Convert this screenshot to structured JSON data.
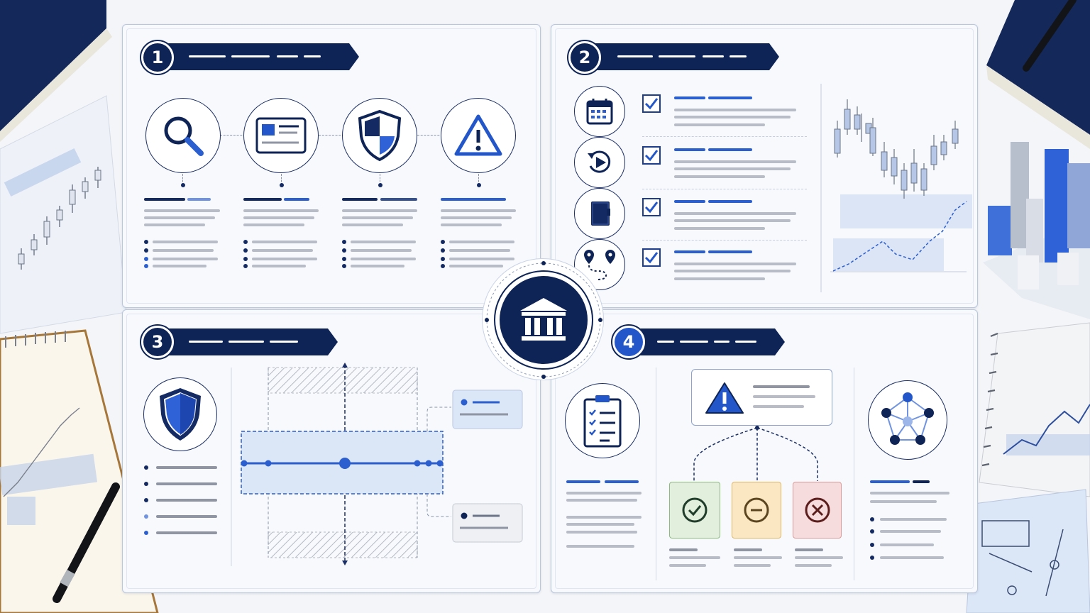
{
  "sections": [
    {
      "number": "1"
    },
    {
      "number": "2"
    },
    {
      "number": "3"
    },
    {
      "number": "4"
    }
  ],
  "icons": {
    "section1": [
      "magnifier-icon",
      "id-card-icon",
      "shield-icon",
      "warning-icon"
    ],
    "section2": [
      "calendar-icon",
      "play-cycle-icon",
      "notebook-icon",
      "route-pins-icon"
    ],
    "section3": [
      "shield-icon"
    ],
    "section4": [
      "clipboard-checklist-icon",
      "warning-icon",
      "network-people-icon"
    ],
    "center": "bank-icon",
    "outcomes": [
      "check-circle-icon",
      "minus-circle-icon",
      "x-circle-icon"
    ]
  },
  "colors": {
    "navy": "#0f2456",
    "blue": "#2b5fd0",
    "success": "#e1efdc",
    "neutral": "#fbe7c2",
    "danger": "#f6dcdc"
  }
}
